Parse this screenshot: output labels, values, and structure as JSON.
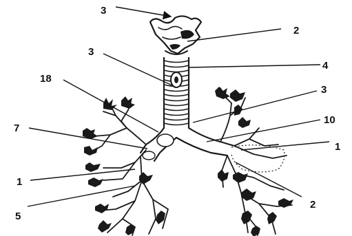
{
  "diagram": {
    "labels": {
      "top_3": "3",
      "larynx_2": "2",
      "upper_3": "3",
      "trachea_4": "4",
      "left_18": "18",
      "right_3": "3",
      "left_7": "7",
      "right_10": "10",
      "right_1": "1",
      "left_1": "1",
      "right_2": "2",
      "left_5": "5"
    }
  }
}
